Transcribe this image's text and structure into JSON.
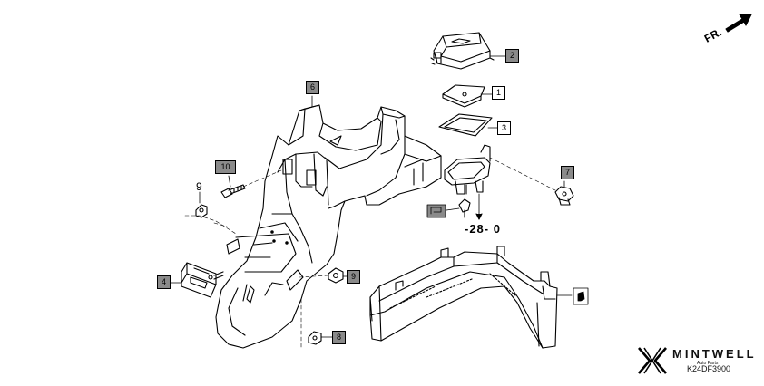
{
  "callouts": {
    "c1": "1",
    "c2": "2",
    "c3": "3",
    "c4": "4",
    "c6": "6",
    "c7": "7",
    "c8": "8",
    "c9_box": "9",
    "c9_plain": "9",
    "c10": "10"
  },
  "reference": {
    "text": "-28-  0"
  },
  "direction": {
    "text": "FR."
  },
  "brand": {
    "name": "MINTWELL",
    "tagline": "Auto Parts",
    "code": "K24DF3900"
  }
}
